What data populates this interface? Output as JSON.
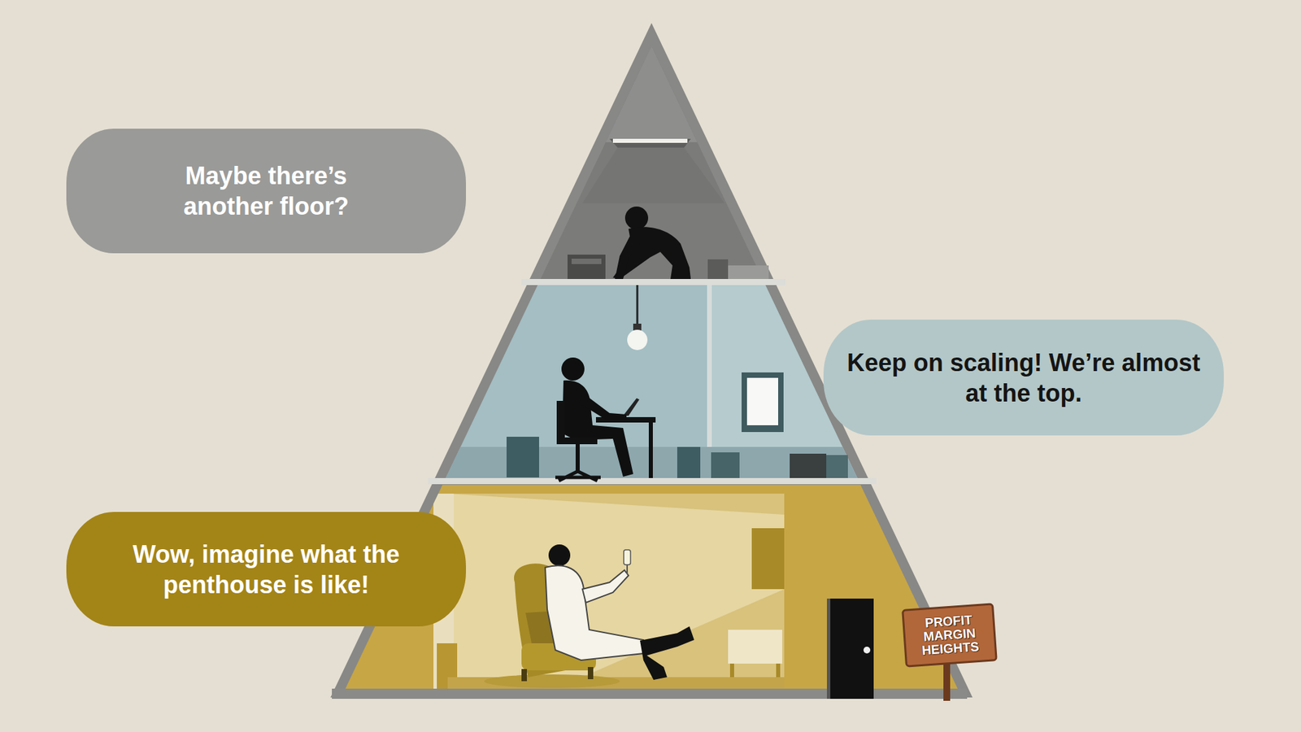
{
  "diagram": {
    "nodes": [
      {
        "text": [
          "Maybe there’s another floor?"
        ]
      },
      {
        "text": [
          "Keep on scaling! We’re almost at the top."
        ]
      },
      {
        "text": [
          "Wow, imagine what the penthouse is like!"
        ]
      },
      {
        "text": [
          "PROFIT MARGIN HEIGHTS"
        ]
      }
    ]
  }
}
